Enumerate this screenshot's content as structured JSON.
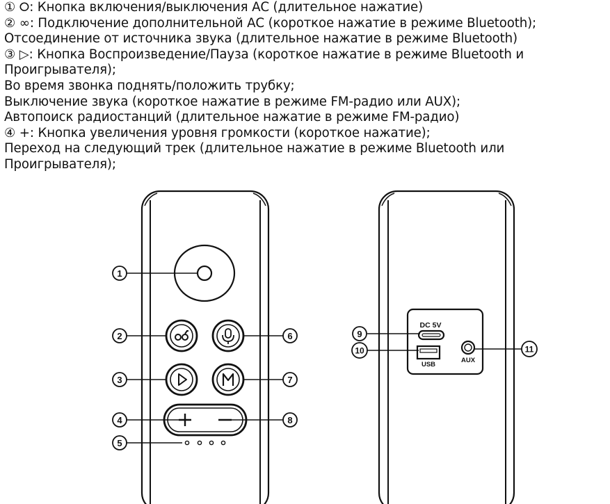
{
  "manual": {
    "lines": [
      {
        "num": "①",
        "icon": "power-icon",
        "symbol": "⭘",
        "text": ": Кнопка включения/выключения АС (длительное нажатие)"
      },
      {
        "num": "②",
        "icon": "link-icon",
        "symbol": "∞",
        "text": ": Подключение дополнительной АС (короткое нажатие в режиме Bluetooth);"
      },
      {
        "text": "Отсоединение от источника звука (длительное нажатие в режиме Bluetooth)"
      },
      {
        "num": "③",
        "icon": "play-icon",
        "symbol": "▷",
        "text": ": Кнопка Воспроизведение/Пауза (короткое нажатие в режиме Bluetooth и"
      },
      {
        "text": "Проигрывателя);"
      },
      {
        "text": "Во время звонка поднять/положить трубку;"
      },
      {
        "text": "Выключение звука (короткое нажатие в режиме FM-радио или AUX);"
      },
      {
        "text": "Автопоиск радиостанций (длительное нажатие в режиме FM-радио)"
      },
      {
        "num": "④",
        "icon": "plus-icon",
        "symbol": "+",
        "text": ": Кнопка увеличения уровня громкости (короткое нажатие);"
      },
      {
        "text": "Переход на следующий трек (длительное нажатие в режиме Bluetooth или"
      },
      {
        "text": "Проигрывателя);"
      }
    ]
  },
  "front_callouts": [
    "1",
    "2",
    "3",
    "4",
    "5",
    "6",
    "7",
    "8"
  ],
  "back_callouts": [
    "9",
    "10",
    "11"
  ],
  "port_labels": {
    "dc": "DC 5V",
    "usb": "USB",
    "aux": "AUX"
  },
  "colors": {
    "ink": "#111111",
    "paper": "#ffffff"
  }
}
